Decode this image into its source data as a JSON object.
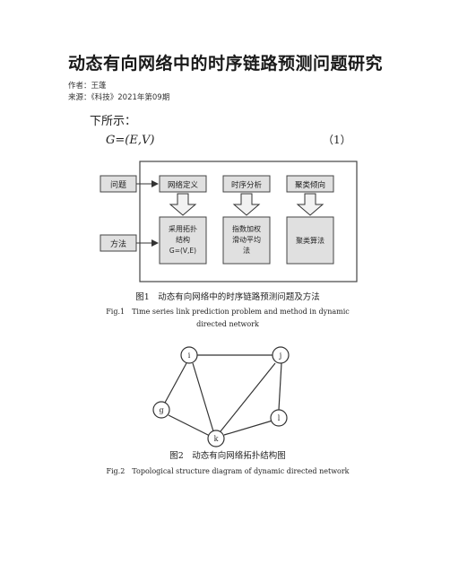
{
  "article": {
    "title": "动态有向网络中的时序链路预测问题研究",
    "author": "作者：王蓬",
    "source": "来源：《科技》2021年第09期"
  },
  "scan": {
    "intro_text": "下所示：",
    "equation": "G=(E,V)",
    "equation_number": "（1）",
    "figure1": {
      "row_labels": [
        "问题",
        "方法"
      ],
      "problem_boxes": [
        "网络定义",
        "时序分析",
        "聚类倾向"
      ],
      "method_boxes": [
        [
          "采用拓扑",
          "结构",
          "G=(V,E)"
        ],
        [
          "指数加权",
          "滑动平均",
          "法"
        ],
        [
          "聚类算法"
        ]
      ],
      "caption_cn": "图1　动态有向网络中的时序链路预测问题及方法",
      "caption_en_line1": "Fig.1　Time series link prediction problem and method in dynamic",
      "caption_en_line2": "directed network"
    },
    "figure2": {
      "nodes": [
        "i",
        "j",
        "g",
        "l",
        "k"
      ],
      "edges": [
        [
          "i",
          "j"
        ],
        [
          "i",
          "g"
        ],
        [
          "i",
          "k"
        ],
        [
          "j",
          "k"
        ],
        [
          "j",
          "l"
        ],
        [
          "g",
          "k"
        ],
        [
          "k",
          "l"
        ]
      ],
      "caption_cn": "图2　动态有向网络拓扑结构图",
      "caption_en": "Fig.2　Topological structure diagram of dynamic directed network"
    }
  }
}
